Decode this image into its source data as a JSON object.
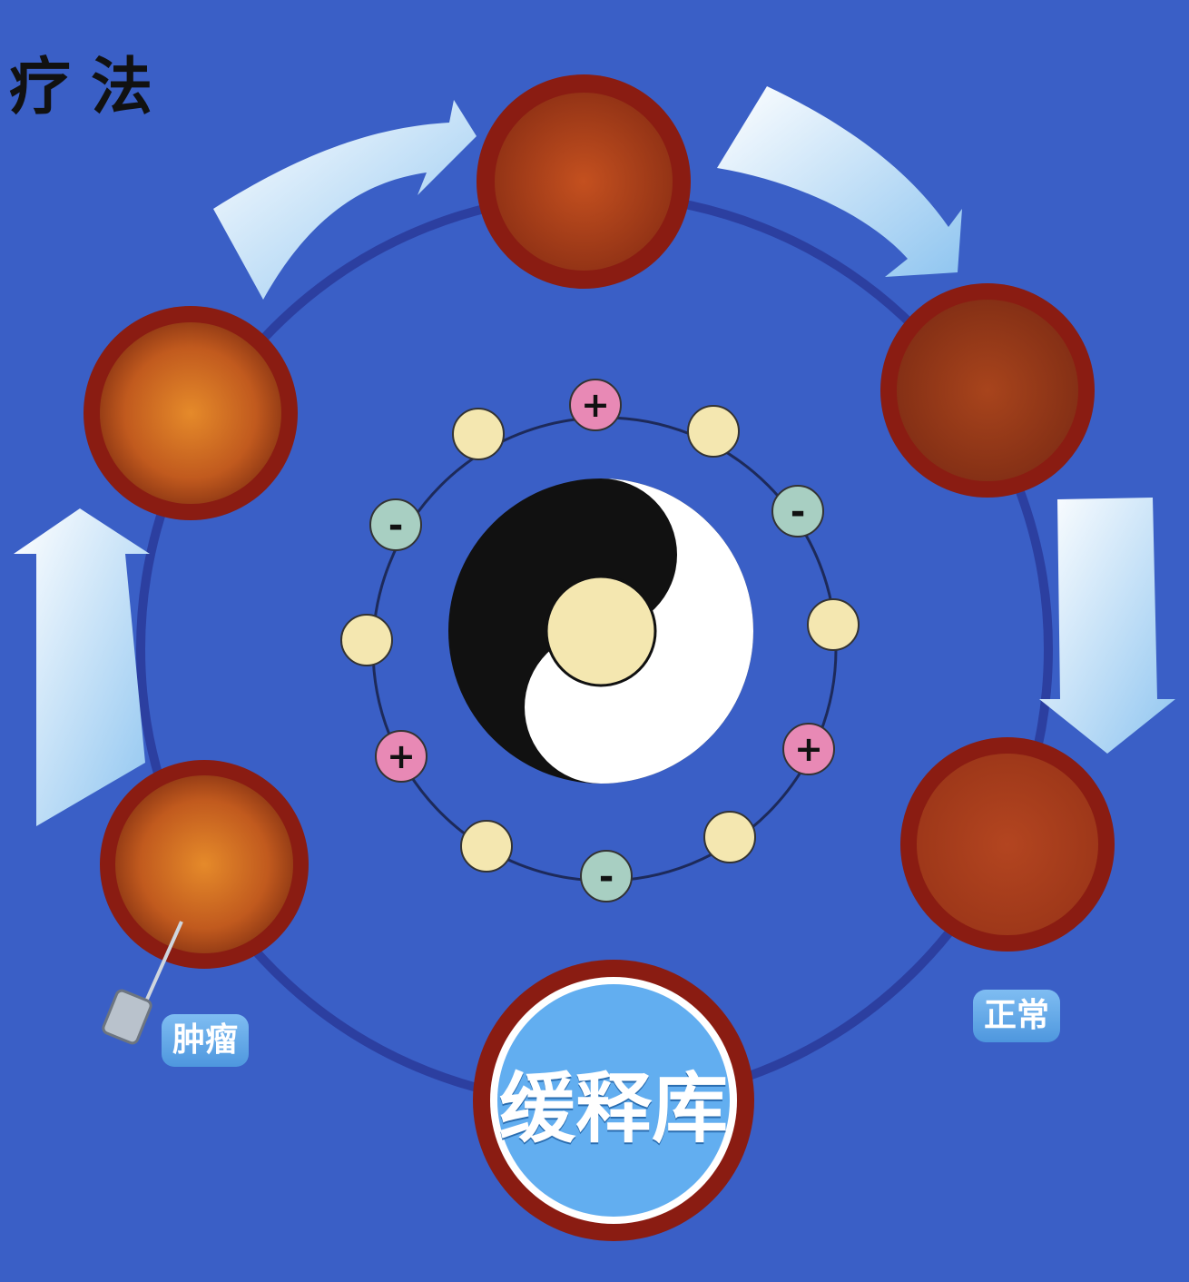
{
  "header": {
    "title": "疗法"
  },
  "labels": {
    "tumor": "肿瘤",
    "normal": "正常",
    "reservoir": "缓释库"
  },
  "charges": {
    "plus": "+",
    "minus": "-"
  },
  "colors": {
    "background": "#3a5fc6",
    "ring": "#2c3fa0",
    "cell_rim": "#8a1c12",
    "plus_charge": "#e889b5",
    "minus_charge": "#a8cfc2",
    "neutral": "#f4e7b0",
    "arrow": "#d8ecfb",
    "reservoir_fill": "#62aef0"
  }
}
